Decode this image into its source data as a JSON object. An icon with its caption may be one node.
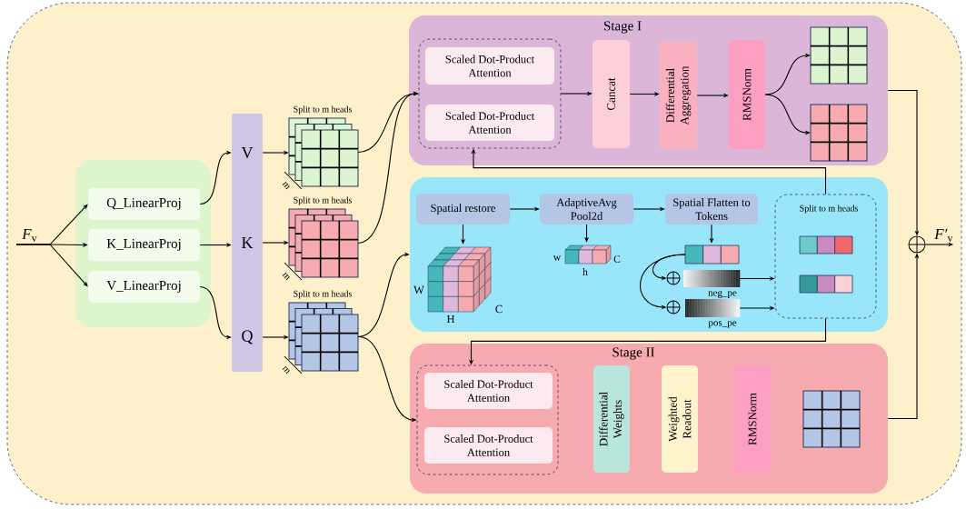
{
  "diagram": {
    "nodes": [
      {
        "text": [
          "*F*$_{v}$"
        ]
      },
      {
        "text": [],
        "shape": "box"
      },
      {
        "text": [
          "Q_LinearProj"
        ],
        "in": 1
      },
      {
        "text": [
          "K_LinearProj"
        ],
        "in": 1
      },
      {
        "text": [
          "V_LinearProj"
        ],
        "in": 1
      },
      {
        "text": [],
        "shape": "bar"
      },
      {
        "text": [
          "V"
        ],
        "in": 5
      },
      {
        "text": [
          "K"
        ],
        "in": 5
      },
      {
        "text": [
          "Q"
        ],
        "in": 5
      },
      {
        "text": [
          "Split to m heads"
        ],
        "beside": [
          "m"
        ]
      },
      {
        "text": [
          "Split to m heads"
        ],
        "beside": [
          "m"
        ]
      },
      {
        "text": [
          "Split to m heads"
        ],
        "beside": [
          "m"
        ]
      },
      {
        "text": [
          "Stage I"
        ]
      },
      {
        "text": [],
        "shape": "box",
        "in": 12
      },
      {
        "text": [
          "Scaled Dot-Product Attention"
        ],
        "in": 13
      },
      {
        "text": [
          "Scaled Dot-Product Attention"
        ],
        "in": 13
      },
      {
        "text": [
          "Cancat"
        ],
        "in": 12
      },
      {
        "text": [
          "Differential Aggregation"
        ],
        "in": 12
      },
      {
        "text": [
          "RMSNorm"
        ],
        "in": 12
      },
      {
        "text": [],
        "shape": "grid",
        "in": 12
      },
      {
        "text": [],
        "shape": "grid",
        "in": 12
      },
      {
        "text": [],
        "shape": "box"
      },
      {
        "text": [
          "Spatial restore"
        ],
        "in": 21
      },
      {
        "text": [
          "AdaptiveAvg Pool2d"
        ],
        "in": 21
      },
      {
        "text": [
          "Spatial Flatten to Tokens"
        ],
        "in": 21
      },
      {
        "text": [],
        "shape": "cube",
        "in": 21,
        "beside": [
          "W",
          "H",
          "C"
        ]
      },
      {
        "text": [],
        "shape": "cube",
        "in": 21,
        "beside": [
          "w",
          "h",
          "C"
        ]
      },
      {
        "text": [],
        "shape": "bar",
        "in": 21
      },
      {
        "text": [],
        "shape": "circle",
        "in": 21
      },
      {
        "text": [],
        "shape": "bar",
        "in": 21,
        "beside": [
          "neg_pe"
        ]
      },
      {
        "text": [],
        "shape": "circle",
        "in": 21
      },
      {
        "text": [],
        "shape": "bar",
        "in": 21,
        "beside": [
          "pos_pe"
        ]
      },
      {
        "text": [
          "Split to m heads"
        ],
        "in": 21
      },
      {
        "text": [],
        "shape": "bar",
        "in": 32
      },
      {
        "text": [],
        "shape": "bar",
        "in": 32
      },
      {
        "text": [
          "Stage II"
        ]
      },
      {
        "text": [],
        "shape": "box",
        "in": 35
      },
      {
        "text": [
          "Scaled Dot-Product Attention"
        ],
        "in": 36
      },
      {
        "text": [
          "Scaled Dot-Product Attention"
        ],
        "in": 36
      },
      {
        "text": [
          "Differential Weights"
        ],
        "in": 35
      },
      {
        "text": [
          "Weighted Readout"
        ],
        "in": 35
      },
      {
        "text": [
          "RMSNorm"
        ],
        "in": 35
      },
      {
        "text": [],
        "shape": "grid",
        "in": 35
      },
      {
        "text": [],
        "shape": "circle"
      },
      {
        "text": [
          "*F′*$_{v}$"
        ]
      }
    ],
    "edges": [
      {
        "from": 0,
        "to": 2,
        "arrow": "to"
      },
      {
        "from": 0,
        "to": 3,
        "arrow": "to"
      },
      {
        "from": 0,
        "to": 4,
        "arrow": "to"
      },
      {
        "from": 2,
        "to": 6,
        "arrow": "to"
      },
      {
        "from": 3,
        "to": 7,
        "arrow": "to"
      },
      {
        "from": 4,
        "to": 8,
        "arrow": "to"
      },
      {
        "from": 6,
        "to": 9,
        "arrow": "to"
      },
      {
        "from": 7,
        "to": 10,
        "arrow": "to"
      },
      {
        "from": 8,
        "to": 11,
        "arrow": "to"
      },
      {
        "from": 9,
        "to": 13,
        "arrow": "to"
      },
      {
        "from": 10,
        "to": 13,
        "arrow": "to"
      },
      {
        "from": 11,
        "to": 21,
        "arrow": "to"
      },
      {
        "from": 11,
        "to": 36,
        "arrow": "to"
      },
      {
        "from": 13,
        "to": 16,
        "arrow": "to"
      },
      {
        "from": 16,
        "to": 17,
        "arrow": "to"
      },
      {
        "from": 17,
        "to": 18,
        "arrow": "to"
      },
      {
        "from": 18,
        "to": 19,
        "arrow": "to"
      },
      {
        "from": 18,
        "to": 20,
        "arrow": "to"
      },
      {
        "from": 22,
        "to": 23,
        "arrow": "to"
      },
      {
        "from": 23,
        "to": 24,
        "arrow": "to"
      },
      {
        "from": 22,
        "to": 25,
        "arrow": "to"
      },
      {
        "from": 23,
        "to": 26,
        "arrow": "to"
      },
      {
        "from": 24,
        "to": 27,
        "arrow": "to"
      },
      {
        "from": 27,
        "to": 28,
        "arrow": "to"
      },
      {
        "from": 27,
        "to": 30,
        "arrow": "to"
      },
      {
        "from": 29,
        "to": 32,
        "arrow": "to"
      },
      {
        "from": 31,
        "to": 32,
        "arrow": "to"
      },
      {
        "from": 32,
        "to": 13,
        "arrow": "to"
      },
      {
        "from": 32,
        "to": 36,
        "arrow": "to"
      },
      {
        "from": 12,
        "to": 43,
        "arrow": "to"
      },
      {
        "from": 35,
        "to": 43,
        "arrow": "to"
      },
      {
        "from": 43,
        "to": 44,
        "arrow": "to"
      }
    ]
  }
}
